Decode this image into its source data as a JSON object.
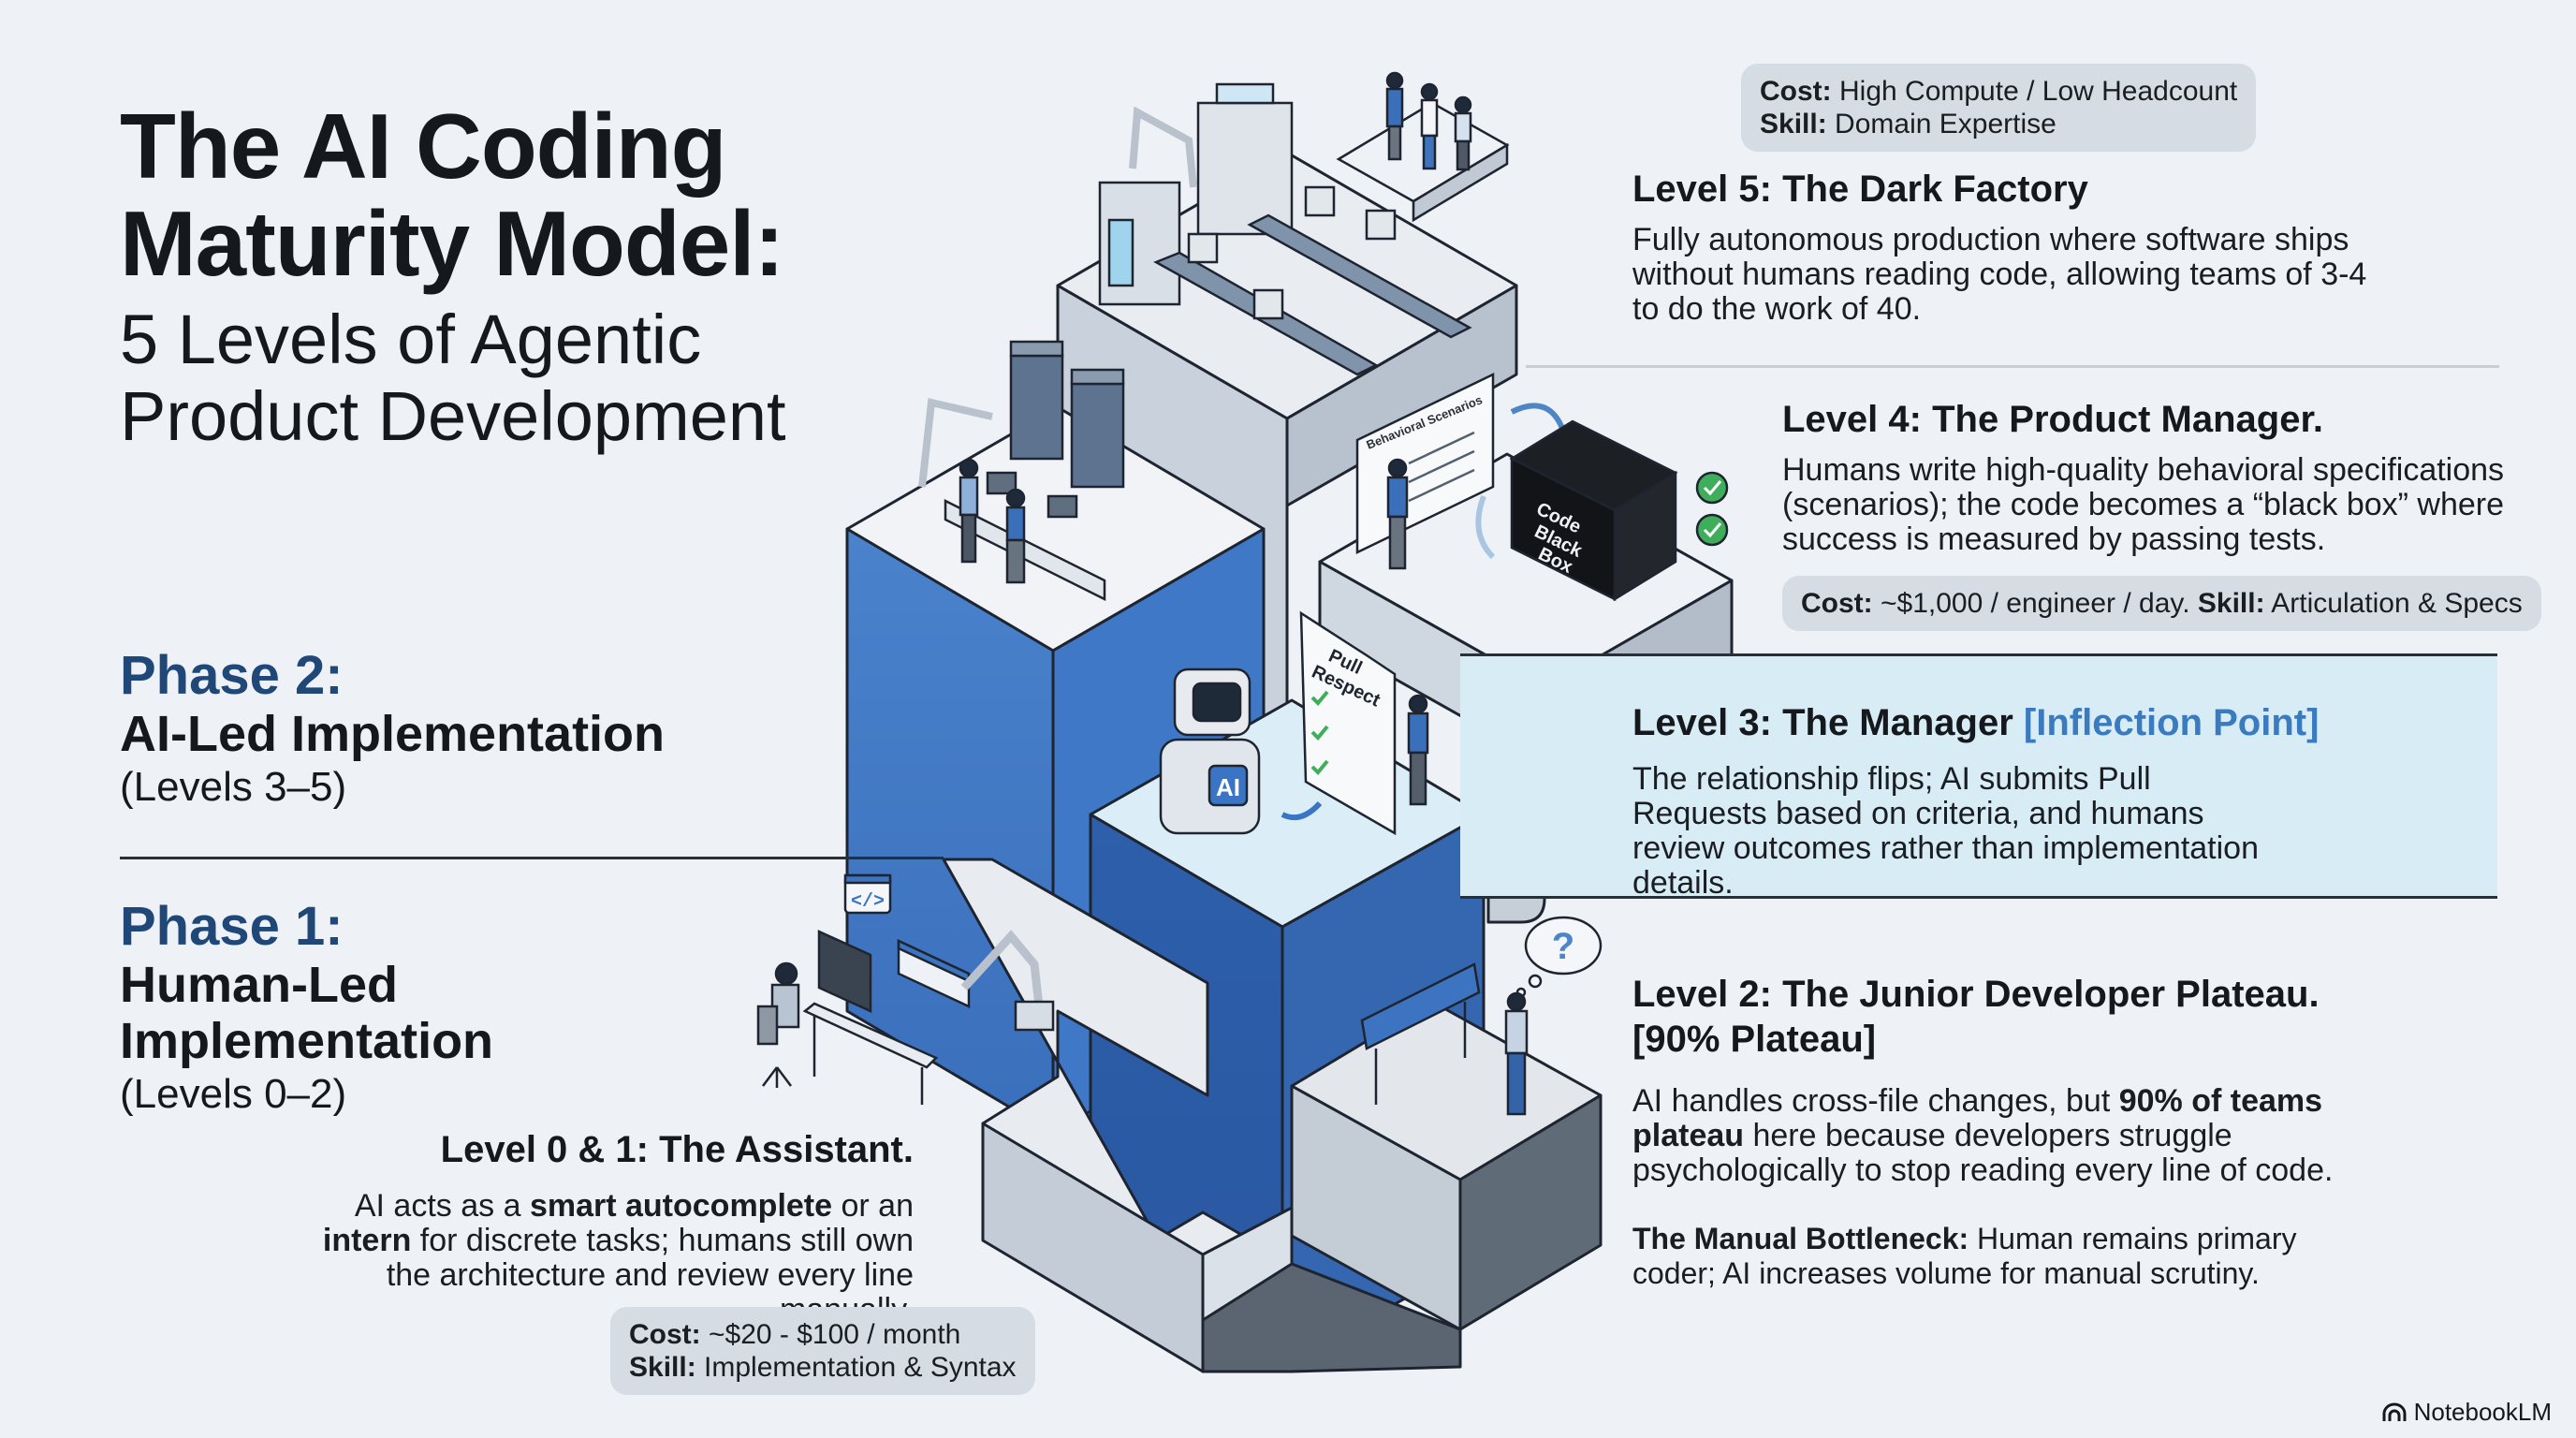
{
  "title": {
    "line1": "The AI Coding",
    "line2": "Maturity Model:",
    "subtitle1": "5 Levels of Agentic",
    "subtitle2": "Product Development"
  },
  "phases": [
    {
      "head": "Phase 2:",
      "name": "AI-Led Implementation",
      "range": "(Levels 3–5)"
    },
    {
      "head": "Phase 1:",
      "name_line1": "Human-Led",
      "name_line2": "Implementation",
      "range": "(Levels 0–2)"
    }
  ],
  "levels": {
    "l5": {
      "title": "Level 5: The Dark Factory",
      "desc": "Fully autonomous production where software ships without humans reading code, allowing teams of 3-4 to do the work of 40.",
      "cost_label": "Cost:",
      "cost": "High Compute / Low Headcount",
      "skill_label": "Skill:",
      "skill": "Domain Expertise"
    },
    "l4": {
      "title": "Level 4: The Product Manager.",
      "desc": "Humans write high-quality behavioral specifications (scenarios); the code becomes a “black box” where success is measured by passing tests.",
      "cost_label": "Cost:",
      "cost": "~$1,000 / engineer / day.",
      "skill_label": "Skill:",
      "skill": "Articulation & Specs"
    },
    "l3": {
      "title": "Level 3: The Manager",
      "tag": "[Inflection Point]",
      "desc": "The relationship flips; AI submits Pull Requests based on criteria, and humans review outcomes rather than implementation details."
    },
    "l2": {
      "title_line1": "Level 2: The Junior Developer Plateau.",
      "title_line2": "[90% Plateau]",
      "desc_pre": "AI handles cross-file changes, but ",
      "desc_bold": "90% of teams plateau",
      "desc_post": " here because developers struggle psychologically to stop reading every line of code.",
      "note_label": "The Manual Bottleneck:",
      "note": " Human remains primary coder; AI increases volume for manual scrutiny."
    },
    "l01": {
      "title": "Level 0 & 1: The Assistant.",
      "desc_a": "AI acts as a ",
      "desc_b": "smart autocomplete",
      "desc_c": " or an ",
      "desc_d": "intern",
      "desc_e": " for discrete tasks; humans still own the architecture and review every line manually.",
      "cost_label": "Cost:",
      "cost": "~$20 - $100 / month",
      "skill_label": "Skill:",
      "skill": "Implementation & Syntax"
    }
  },
  "illustration": {
    "whiteboard_text": "Behavioral Scenarios",
    "black_box_label": [
      "Code",
      "Black",
      "Box"
    ],
    "pull_request_doc": [
      "Pull",
      "Respect"
    ],
    "robot_badge": "AI",
    "code_bubble": "</>",
    "thought_bubble": "?"
  },
  "colors": {
    "phase_blue": "#1f4778",
    "accent_blue": "#3a7bc0",
    "column_blue": "#3d74c2",
    "band_light_blue": "#d8ecf6",
    "pass_green": "#3fae5a"
  },
  "brand": "NotebookLM"
}
